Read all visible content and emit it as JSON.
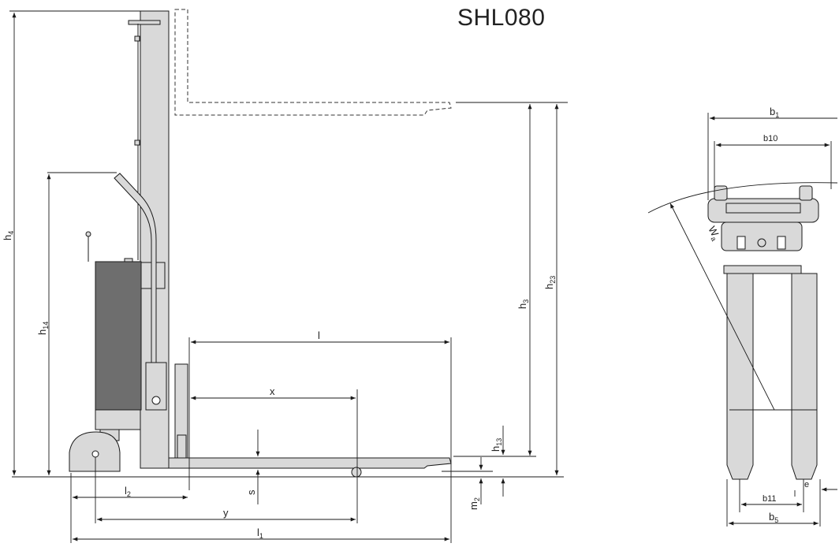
{
  "title": "SHL080",
  "side_view_dimensions": {
    "h4": {
      "main": "h",
      "sub": "4"
    },
    "h14": {
      "main": "h",
      "sub": "14"
    },
    "h3": {
      "main": "h",
      "sub": "3"
    },
    "h23": {
      "main": "h",
      "sub": "23"
    },
    "h13": {
      "main": "h",
      "sub": "13"
    },
    "m2": {
      "main": "m",
      "sub": "2"
    },
    "s": {
      "main": "s",
      "sub": ""
    },
    "l": {
      "main": "l",
      "sub": ""
    },
    "x": {
      "main": "x",
      "sub": ""
    },
    "l2": {
      "main": "l",
      "sub": "2"
    },
    "y": {
      "main": "y",
      "sub": ""
    },
    "l1": {
      "main": "l",
      "sub": "1"
    }
  },
  "top_view_dimensions": {
    "b1": {
      "main": "b",
      "sub": "1"
    },
    "b10": {
      "main": "b10",
      "sub": ""
    },
    "wa": {
      "main": "W",
      "sub": "a"
    },
    "b11": {
      "main": "b11",
      "sub": ""
    },
    "e": {
      "main": "e",
      "sub": ""
    },
    "b5": {
      "main": "b",
      "sub": "5"
    }
  },
  "colors": {
    "line": "#1a1a1a",
    "body_fill": "#d9d9d9",
    "battery_fill": "#6e6e6e",
    "dashed": "#333333"
  }
}
